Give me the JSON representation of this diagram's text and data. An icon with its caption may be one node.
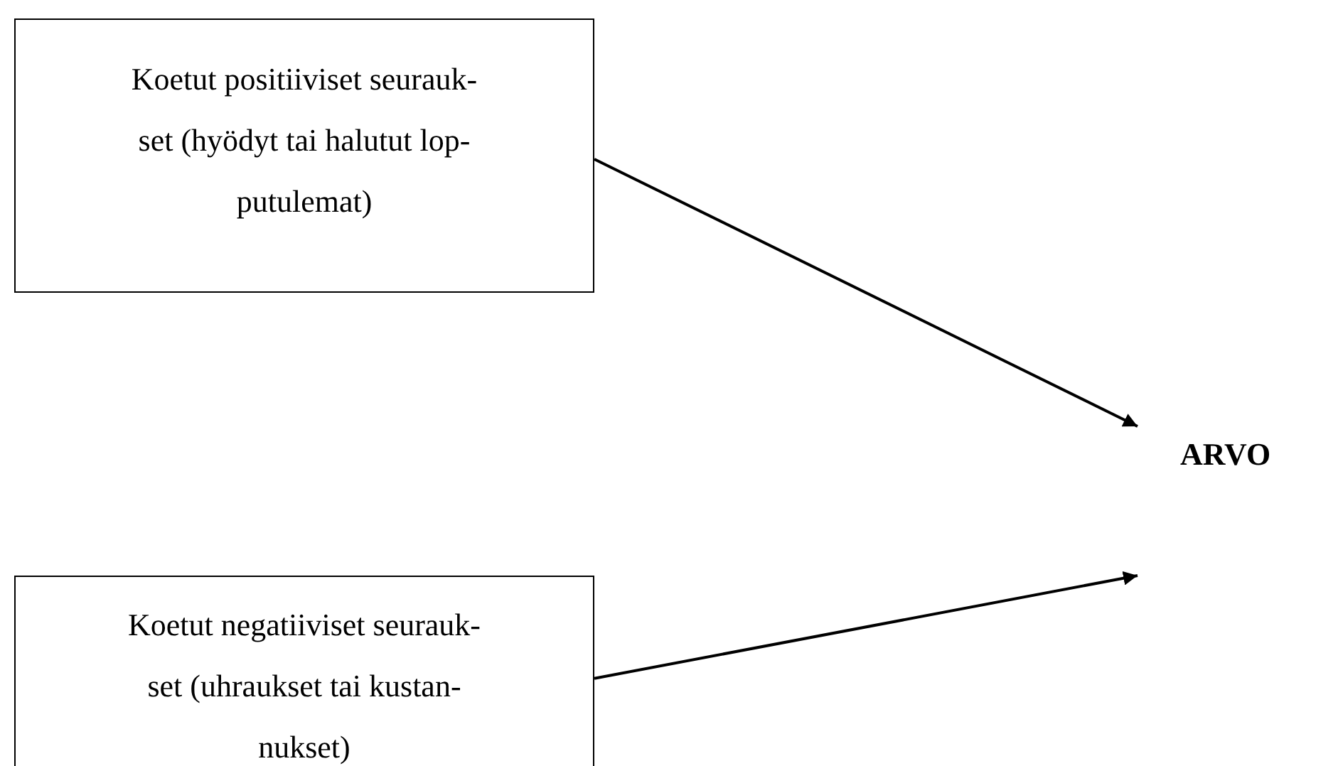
{
  "diagram": {
    "nodes": [
      {
        "text": [
          "Koetut positiiviset seurauk- set (hyödyt tai halutut lop- putulemat)"
        ]
      },
      {
        "text": [
          "Koetut negatiiviset seurauk- set (uhraukset tai kustan- nukset)"
        ]
      },
      {
        "text": [
          "ARVO"
        ]
      }
    ],
    "edges": [
      {
        "from": 0,
        "to": 2,
        "arrow": "to"
      },
      {
        "from": 1,
        "to": 2,
        "arrow": "to"
      }
    ]
  }
}
